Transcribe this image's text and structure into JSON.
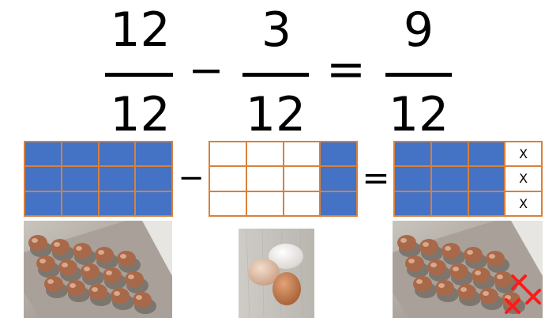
{
  "equation": {
    "fraction1": {
      "numerator": "12",
      "denominator": "12"
    },
    "minus": "−",
    "fraction2": {
      "numerator": "3",
      "denominator": "12"
    },
    "equals": "=",
    "fraction3": {
      "numerator": "9",
      "denominator": "12"
    }
  },
  "models": {
    "grid1": {
      "cells": [
        "f",
        "f",
        "f",
        "f",
        "f",
        "f",
        "f",
        "f",
        "f",
        "f",
        "f",
        "f"
      ]
    },
    "minus": "−",
    "grid2": {
      "cells": [
        "e",
        "e",
        "e",
        "f",
        "e",
        "e",
        "e",
        "f",
        "e",
        "e",
        "e",
        "f"
      ]
    },
    "equals": "=",
    "grid3": {
      "cells": [
        "f",
        "f",
        "f",
        "x",
        "f",
        "f",
        "f",
        "x",
        "f",
        "f",
        "f",
        "x"
      ],
      "x_mark": "X"
    }
  },
  "colors": {
    "filled": "#4472c4",
    "empty": "#ffffff",
    "border": "#d9803a",
    "cross": "#ff1a1a"
  },
  "photos": [
    "egg-carton-full",
    "three-eggs",
    "egg-carton-crossed"
  ]
}
